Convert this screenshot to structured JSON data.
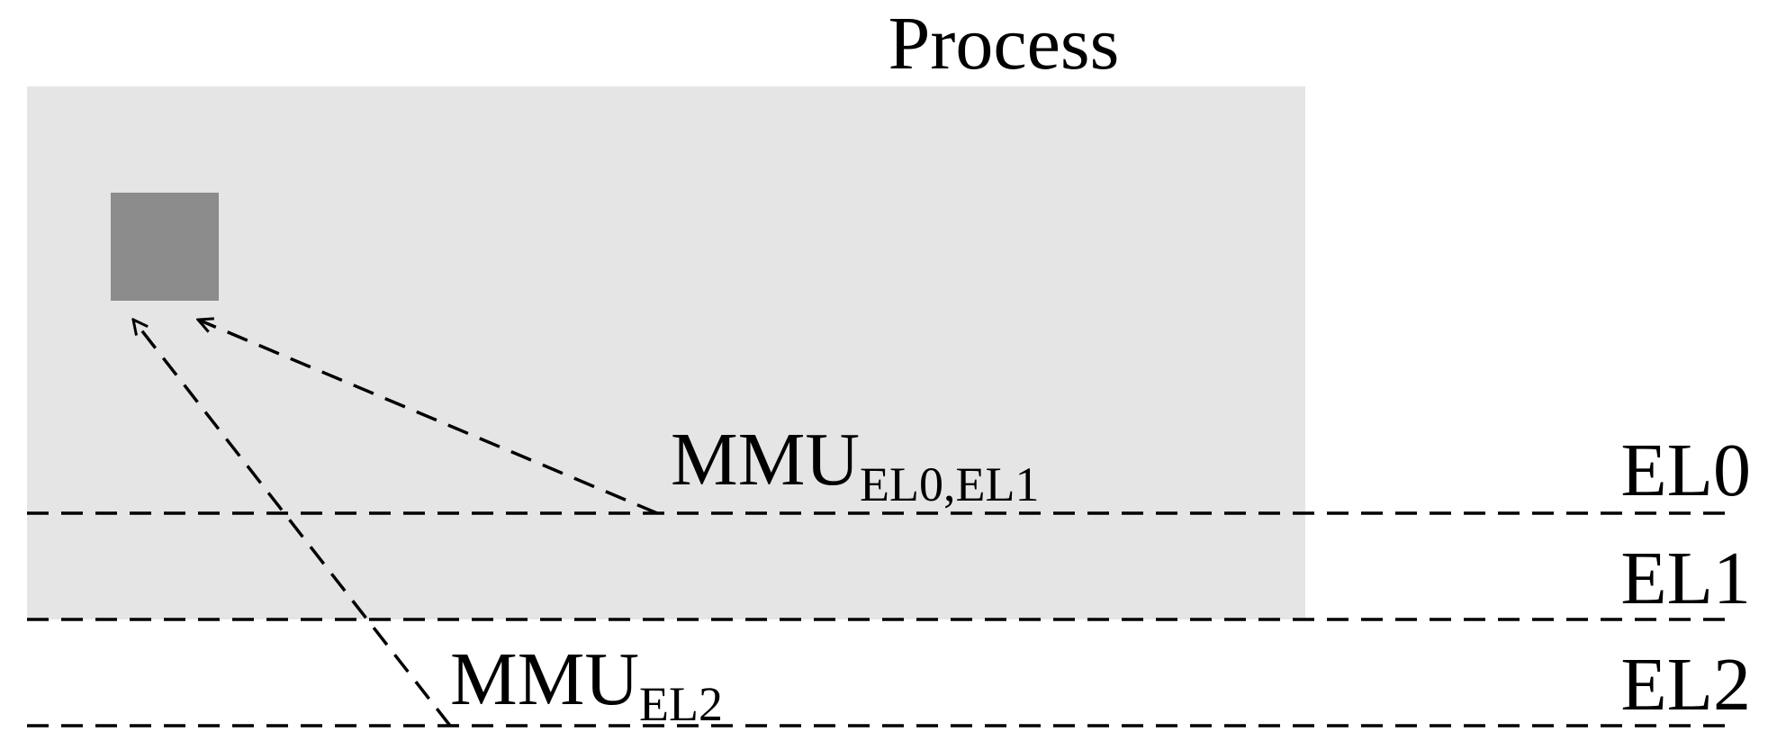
{
  "diagram": {
    "process_label": "Process",
    "mmu_el0_el1": {
      "base": "MMU",
      "subscript": "EL0,EL1"
    },
    "mmu_el2": {
      "base": "MMU",
      "subscript": "EL2"
    },
    "levels": [
      "EL0",
      "EL1",
      "EL2"
    ]
  },
  "colors": {
    "process_fill": "#e5e5e5",
    "memory_page_fill": "#8c8c8c",
    "line": "#000000"
  }
}
